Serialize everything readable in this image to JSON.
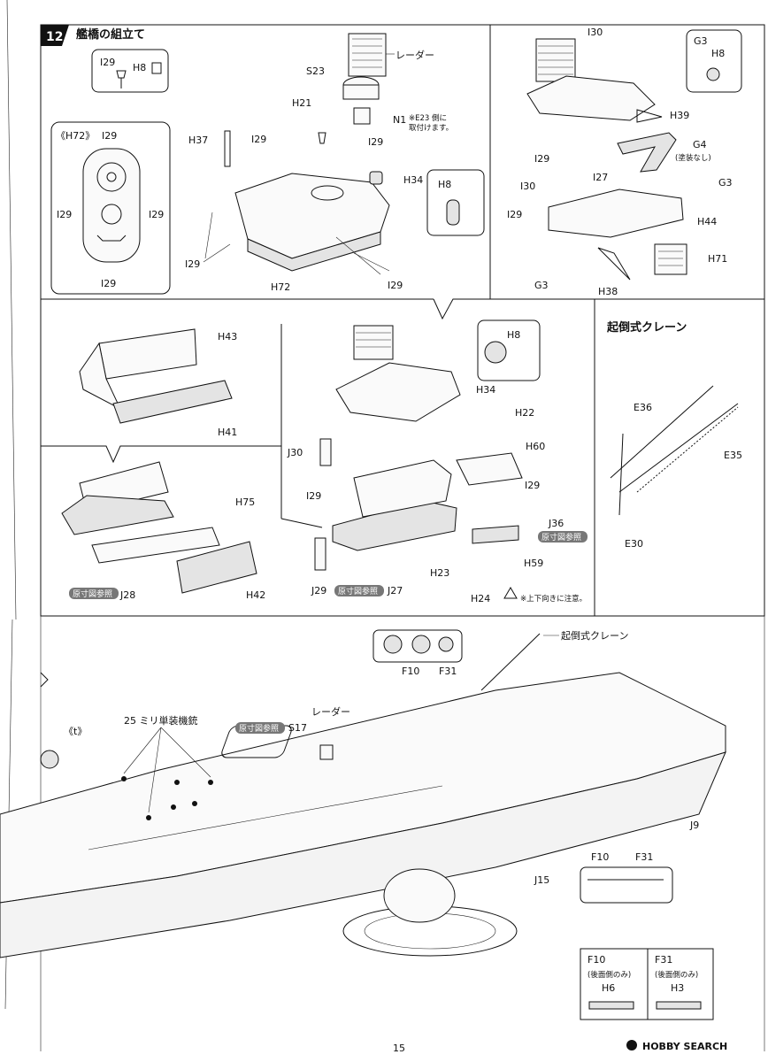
{
  "step": {
    "number": "12",
    "title": "艦橋の組立て"
  },
  "crane_title": "起倒式クレーン",
  "ref_label": "原寸図参照",
  "note_e23": "※E23 側に\n取付けます。",
  "note_updown": "※上下向きに注意。",
  "radar_label": "レーダー",
  "mg_label": "25 ミリ単装機銃",
  "crane_label": "起倒式クレーン",
  "back_only": "(後面側のみ)",
  "page_number": "15",
  "watermark": "HOBBY SEARCH",
  "labels": {
    "I29": "I29",
    "H8": "H8",
    "H72_title": "《H72》",
    "H72": "H72",
    "H37": "H37",
    "H21": "H21",
    "S23": "S23",
    "N1": "N1",
    "H34": "H34",
    "I30": "I30",
    "G3": "G3",
    "H39": "H39",
    "G4": "G4",
    "G4_note": "(塗装なし)",
    "I27": "I27",
    "H44": "H44",
    "H71": "H71",
    "H38": "H38",
    "H43": "H43",
    "H41": "H41",
    "H75": "H75",
    "H42": "H42",
    "J28": "J28",
    "H22": "H22",
    "H60": "H60",
    "J30": "J30",
    "J36": "J36",
    "H59": "H59",
    "H23": "H23",
    "J29": "J29",
    "J27": "J27",
    "H24": "H24",
    "E36": "E36",
    "E35": "E35",
    "E30": "E30",
    "F10": "F10",
    "F31": "F31",
    "S17": "S17",
    "t": "《t》",
    "J9": "J9",
    "J15": "J15",
    "H6": "H6",
    "H3": "H3"
  }
}
